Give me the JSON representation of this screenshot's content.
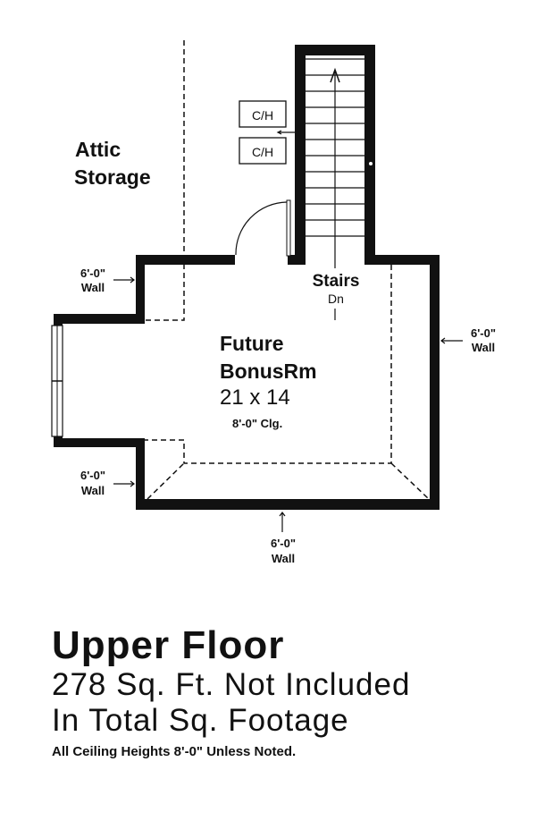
{
  "plan": {
    "attic_label": [
      "Attic",
      "Storage"
    ],
    "ch_labels": [
      "C/H",
      "C/H"
    ],
    "stairs_label": "Stairs",
    "stairs_dir": "Dn",
    "room_name": [
      "Future",
      "BonusRm"
    ],
    "room_size": "21 x 14",
    "room_ceiling": "8'-0\" Clg.",
    "wall_notes": [
      {
        "height": "6'-0\"",
        "label": "Wall"
      },
      {
        "height": "6'-0\"",
        "label": "Wall"
      },
      {
        "height": "6'-0\"",
        "label": "Wall"
      },
      {
        "height": "6'-0\"",
        "label": "Wall"
      }
    ]
  },
  "footer": {
    "title": "Upper Floor",
    "area_line1": "278 Sq. Ft. Not Included",
    "area_line2": "In Total Sq. Footage",
    "note": "All Ceiling Heights 8'-0\" Unless Noted."
  }
}
